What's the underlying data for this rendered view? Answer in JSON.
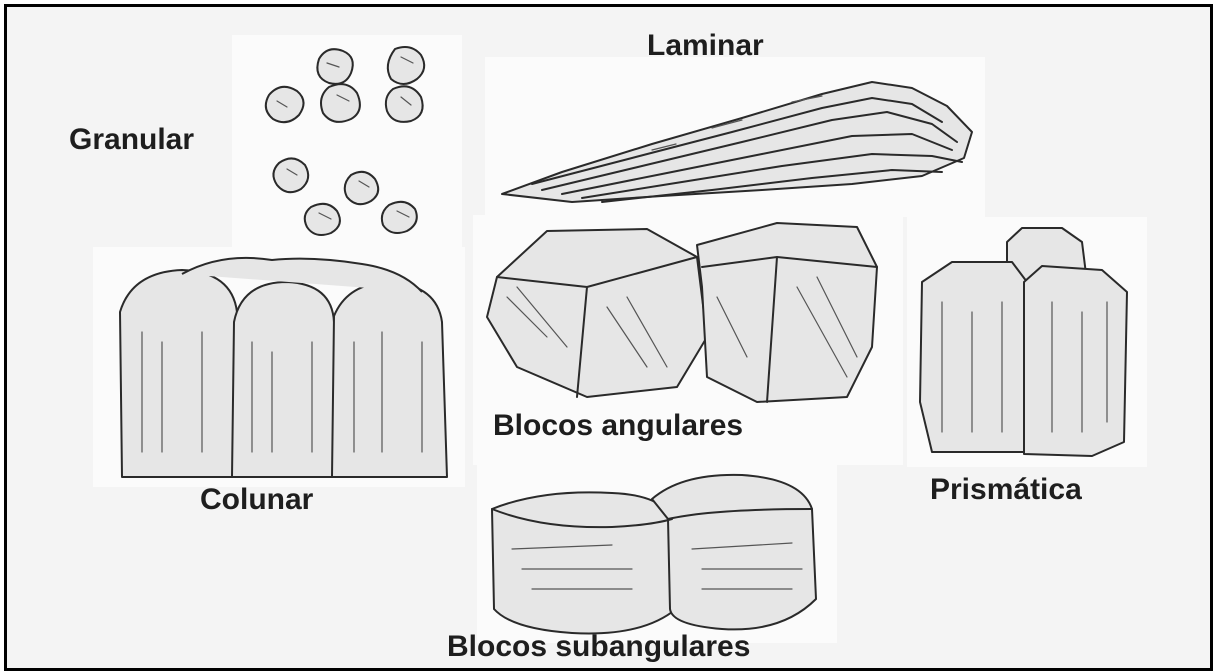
{
  "labels": {
    "granular": "Granular",
    "laminar": "Laminar",
    "colunar": "Colunar",
    "blocos_angulares": "Blocos angulares",
    "prismatica": "Prismática",
    "blocos_subangulares": "Blocos subangulares"
  },
  "colors": {
    "frame_border": "#000000",
    "background": "#f4f4f4",
    "ink": "#1e1e1e"
  }
}
